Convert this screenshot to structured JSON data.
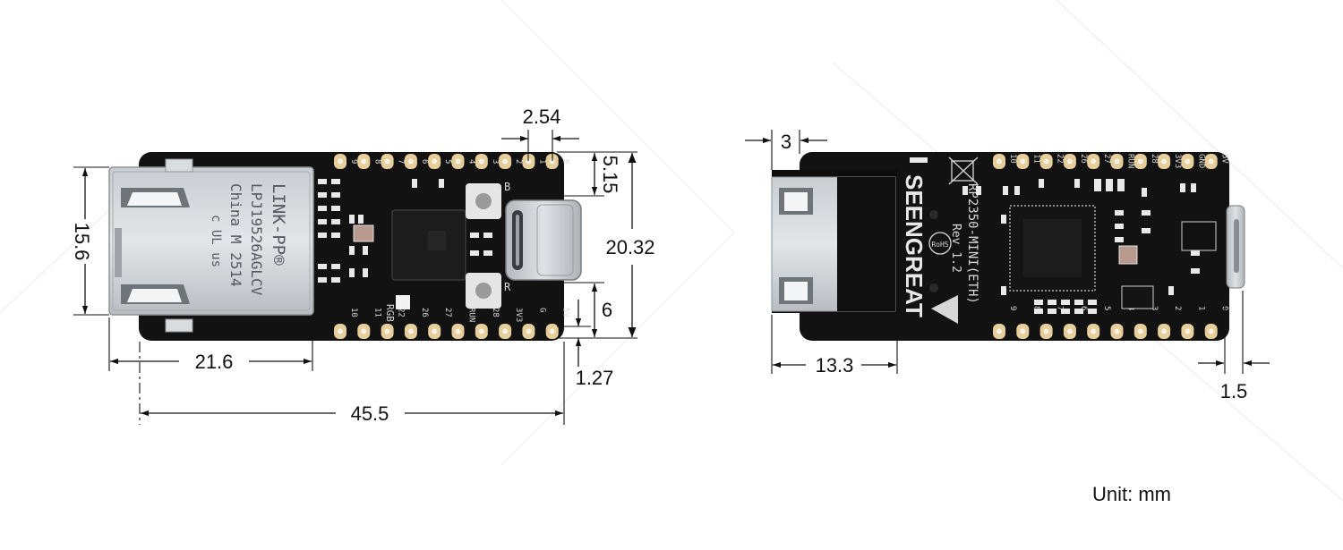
{
  "dimensions": {
    "pin_pitch": "2.54",
    "top_offset": "5.15",
    "usb_height": "20.32",
    "connector_height": "15.6",
    "usb_bottom": "6",
    "pin_edge": "1.27",
    "connector_length": "21.6",
    "board_length": "45.5",
    "back_overhang": "3",
    "back_connector": "13.3",
    "usb_protrusion": "1.5"
  },
  "front_board": {
    "jack_text_1": "LINK-PP®",
    "jack_text_2": "LPJ19526AGLCV",
    "jack_text_3": "China M 2514",
    "jack_text_4": "c UL us",
    "top_pins": [
      "9",
      "8",
      "7",
      "6",
      "5",
      "4",
      "3",
      "2",
      "1",
      "0"
    ],
    "bottom_pins": [
      "10",
      "11",
      "22",
      "26",
      "27",
      "RUN",
      "28",
      "3V3",
      "G",
      "5V"
    ],
    "label_rgb": "RGB",
    "label_b": "B",
    "label_r": "R"
  },
  "back_board": {
    "brand": "SEENGREAT",
    "model": "RP2350-MINI(ETH)",
    "rev": "Rev 1.2",
    "rohs": "RoHS",
    "top_pins": [
      "10",
      "11",
      "22",
      "26",
      "27",
      "RUN",
      "28",
      "3V3",
      "GND",
      "5V"
    ],
    "bottom_pins": [
      "9",
      "8",
      "7",
      "6",
      "5",
      "4",
      "3",
      "2",
      "1",
      "0"
    ]
  },
  "unit_label": "Unit: mm"
}
